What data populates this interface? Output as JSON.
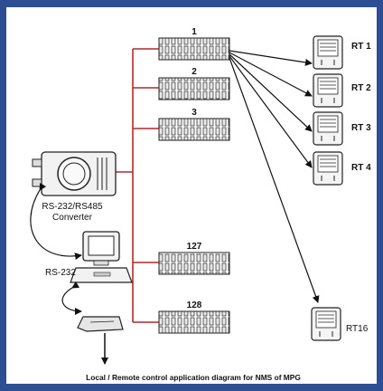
{
  "diagram": {
    "caption": "Local / Remote control application diagram for NMS of MPG",
    "converter_label_line1": "RS-232/RS485",
    "converter_label_line2": "Converter",
    "pc_label": "RS-232",
    "units": [
      {
        "label": "1"
      },
      {
        "label": "2"
      },
      {
        "label": "3"
      },
      {
        "label": "127"
      },
      {
        "label": "128"
      }
    ],
    "terminals": [
      {
        "label": "RT 1"
      },
      {
        "label": "RT 2"
      },
      {
        "label": "RT 3"
      },
      {
        "label": "RT 4"
      },
      {
        "label": "RT16"
      }
    ],
    "colors": {
      "frame": "#2e4e93",
      "bus": "#b22a2a",
      "ink": "#111111"
    }
  }
}
